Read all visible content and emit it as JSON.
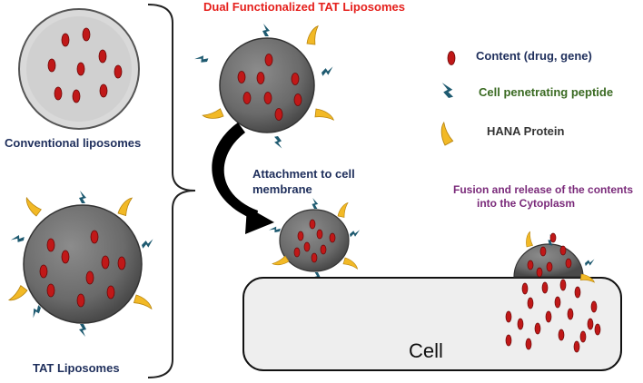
{
  "title": "Dual Functionalized TAT Liposomes",
  "labels": {
    "conventional": "Conventional liposomes",
    "tat": "TAT Liposomes",
    "attachment_line1": "Attachment to cell",
    "attachment_line2": "membrane",
    "fusion_line1": "Fusion and release of the contents",
    "fusion_line2": "into the Cytoplasm",
    "cell": "Cell"
  },
  "legend": {
    "content": "Content (drug, gene)",
    "cpp": "Cell penetrating peptide",
    "hana": "HANA Protein"
  },
  "colors": {
    "liposome_fill": "#6e6e6e",
    "content_red": "#c01818",
    "peptide_teal": "#1e5a70",
    "hana_yellow": "#f2b926",
    "title_red": "#e5201c",
    "navy": "#1f2f5c",
    "green": "#3a6a22",
    "purple": "#7a2a7a"
  },
  "icons": {
    "content": "red-oval-icon",
    "cpp": "teal-spike-icon",
    "hana": "yellow-crescent-icon",
    "arrow": "curved-arrow-icon",
    "bracket": "curly-bracket-icon"
  }
}
